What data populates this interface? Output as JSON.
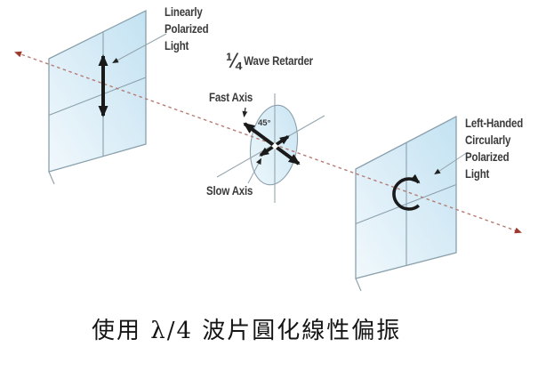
{
  "diagram": {
    "input_plate_label": "Linearly\nPolarized\nLight",
    "retarder": {
      "fraction": "¼",
      "name": "Wave Retarder",
      "fast_axis_label": "Fast Axis",
      "slow_axis_label": "Slow Axis",
      "angle_label": "45°"
    },
    "output_plate_label": "Left-Handed\nCircularly\nPolarized\nLight",
    "colors": {
      "beam_dash": "#b57c74",
      "beam_arrowhead": "#9e392f",
      "plate_fill_light": "#f1f8fc",
      "plate_fill_dark": "#c3e2f2",
      "plate_stroke": "#8aa0ac",
      "construction_line": "#95a5ad",
      "arrow_black": "#1a1a1a",
      "text": "#3a3a3a"
    }
  },
  "caption": "使用 λ/4 波片圓化線性偏振"
}
